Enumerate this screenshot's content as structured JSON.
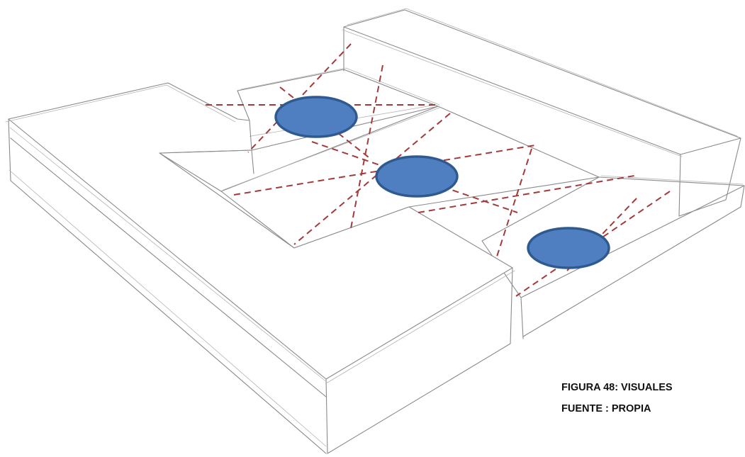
{
  "figure": {
    "caption_line1": "FIGURA 48: VISUALES",
    "caption_line2": "FUENTE : PROPIA"
  },
  "colors": {
    "sketch_line": "#8a8a8a",
    "sight_line": "#a33a3a",
    "viewpoint_fill": "#4f7fc0",
    "viewpoint_stroke": "#2e5a8f"
  },
  "viewpoints": [
    {
      "name": "viewpoint-1"
    },
    {
      "name": "viewpoint-2"
    },
    {
      "name": "viewpoint-3"
    }
  ]
}
